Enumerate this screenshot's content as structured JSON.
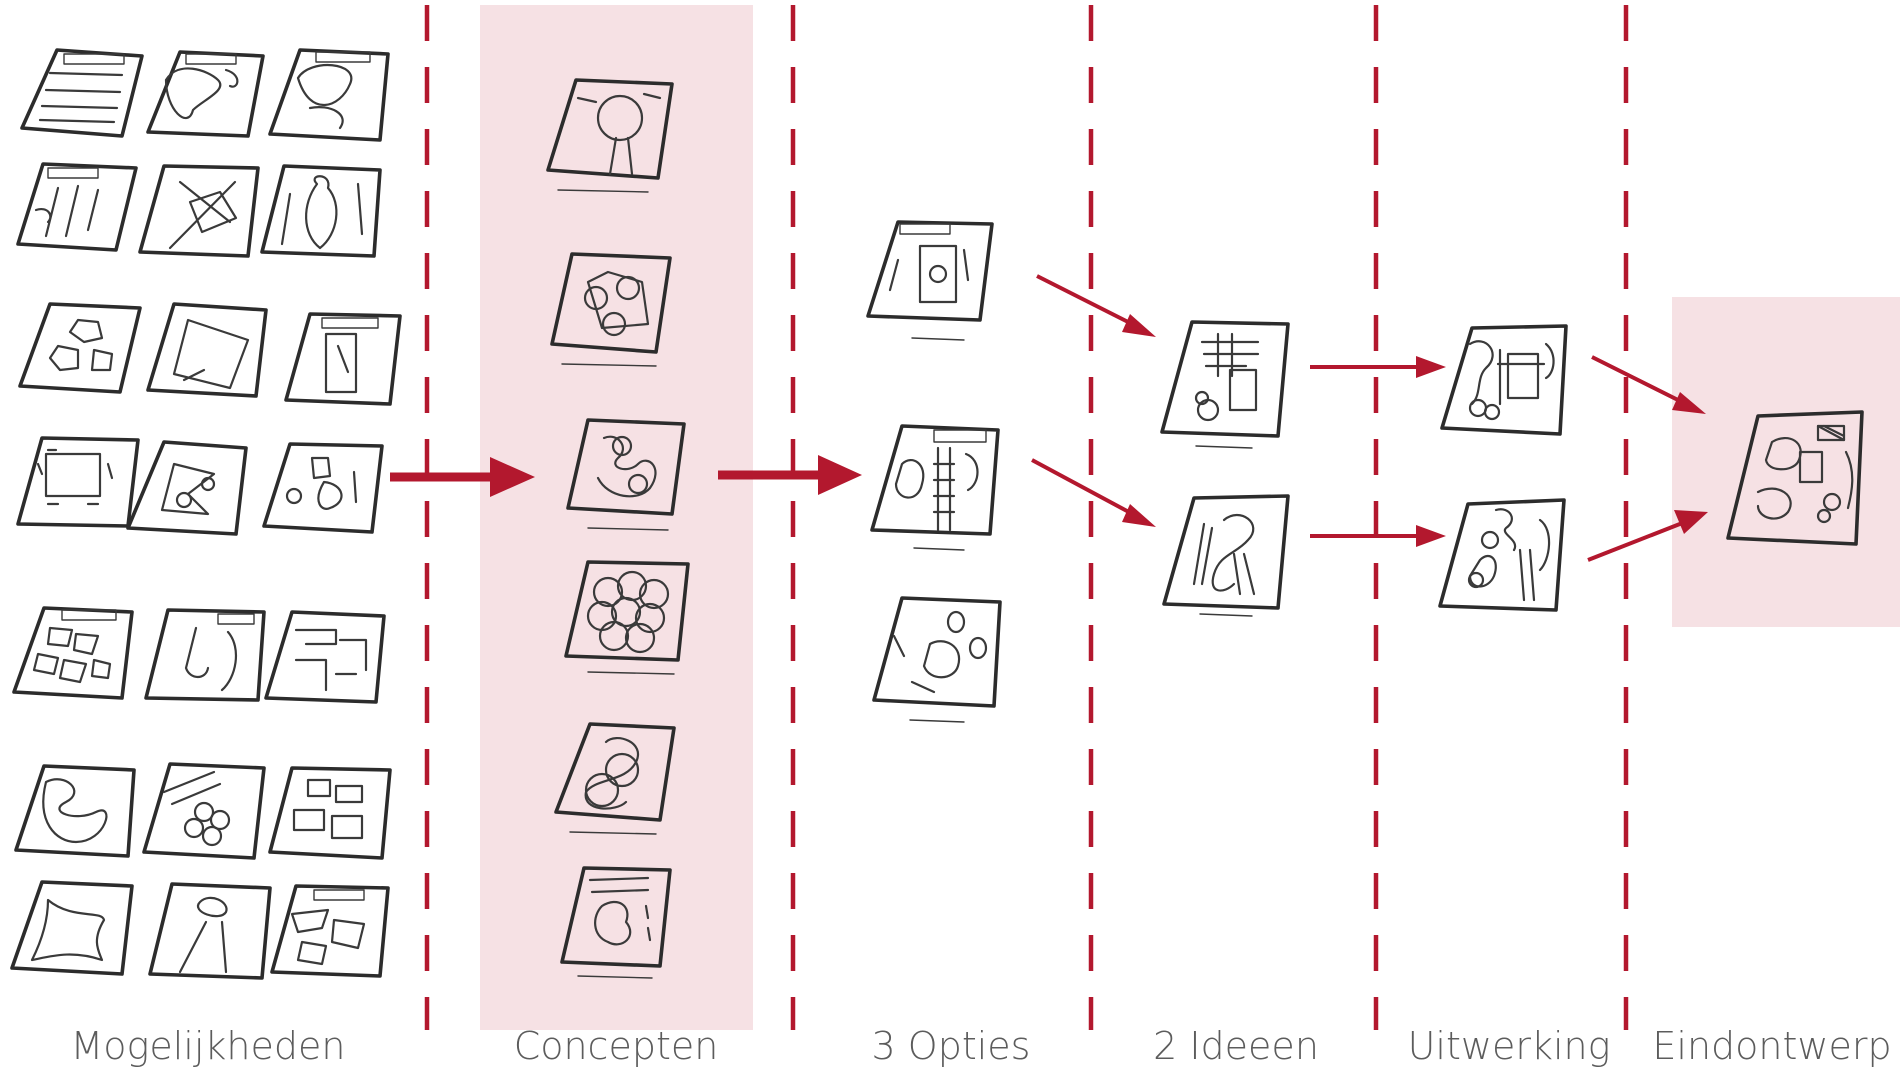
{
  "diagram": {
    "accent_color": "#b3182e",
    "panel_color": "#f6e1e4",
    "stages": [
      {
        "id": "mogelijkheden",
        "label": "Mogelijkheden"
      },
      {
        "id": "concepten",
        "label": "Concepten"
      },
      {
        "id": "opties",
        "label": "3 Opties"
      },
      {
        "id": "ideeen",
        "label": "2 Ideeen"
      },
      {
        "id": "uitwerking",
        "label": "Uitwerking"
      },
      {
        "id": "eindontwerp",
        "label": "Eindontwerp"
      }
    ]
  }
}
